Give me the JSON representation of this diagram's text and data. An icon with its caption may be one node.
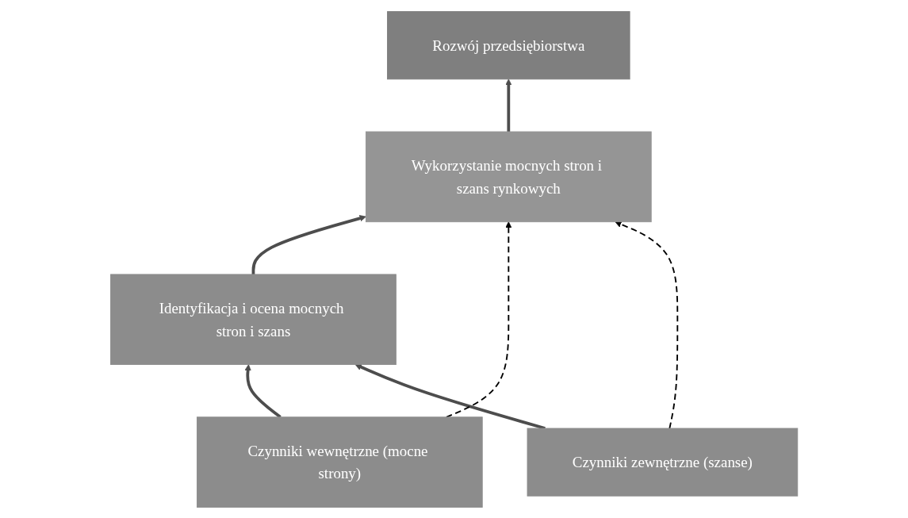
{
  "diagram": {
    "nodes": [
      {
        "text": [
          "Rozwój przedsiębiorstwa"
        ]
      },
      {
        "text": [
          "Wykorzystanie mocnych stron i szans rynkowych"
        ]
      },
      {
        "text": [
          "Czynniki wewnętrzne (mocne strony)"
        ]
      },
      {
        "text": [
          "Identyfikacja i ocena mocnych stron i szans"
        ]
      },
      {
        "text": [
          "Czynniki zewnętrzne (szanse)"
        ]
      }
    ],
    "edges": [
      {
        "from": 1,
        "to": 0,
        "arrow": "to"
      },
      {
        "from": 3,
        "to": 1,
        "arrow": "to"
      },
      {
        "from": 2,
        "to": 3,
        "arrow": "to"
      },
      {
        "from": 4,
        "to": 3,
        "arrow": "to"
      },
      {
        "from": 2,
        "to": 1,
        "arrow": "to",
        "style": "dashed"
      },
      {
        "from": 4,
        "to": 1,
        "arrow": "to",
        "style": "dashed"
      }
    ]
  }
}
